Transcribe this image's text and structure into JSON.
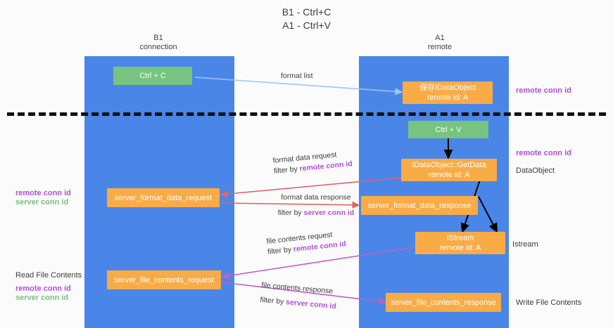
{
  "title": "B1 - Ctrl+C\nA1 - Ctrl+V",
  "lanes": [
    {
      "id": "b1",
      "name": "B1",
      "sub": "connection"
    },
    {
      "id": "a1",
      "name": "A1",
      "sub": "remote"
    }
  ],
  "boxes": {
    "ctrl_c": "Ctrl + C",
    "save_idataobject_line1": "保存IDataObject",
    "save_idataobject_line2": "remote id: A",
    "ctrl_v": "Ctrl + V",
    "getdata_line1": "IDataObject::GetData",
    "getdata_line2": "remote id: A",
    "server_format_data_request": "server_format_data_request",
    "server_format_data_response": "server_format_data_response",
    "istream_line1": "IStream",
    "istream_line2": "remote id: A",
    "server_file_contents_request": "server_file_contents_request",
    "server_file_contents_response": "server_file_contents_response"
  },
  "edges": {
    "format_list": "format list",
    "format_data_request": "format data request",
    "format_data_request_filter_prefix": "filter by ",
    "format_data_request_filter_key": "remote conn id",
    "format_data_response": "format data response",
    "format_data_response_filter_prefix": "filter by ",
    "format_data_response_filter_key": "server conn id",
    "file_contents_request": "file contents request",
    "file_contents_request_filter_prefix": "filter by ",
    "file_contents_request_filter_key": "remote conn id",
    "file_contents_response": "file contents response",
    "file_contents_response_filter_prefix": "filter by ",
    "file_contents_response_filter_key": "server conn id"
  },
  "annotations": {
    "right_remote_conn_id_top": "remote conn id",
    "right_remote_conn_id_mid": "remote conn id",
    "right_dataobject": "DataObject",
    "right_istream": "Istream",
    "right_write_file_contents": "Write File Contents",
    "left_remote_conn_id": "remote conn id",
    "left_server_conn_id": "server conn id",
    "left_read_file_contents": "Read File Contents",
    "left_bottom_remote_conn_id": "remote conn id",
    "left_bottom_server_conn_id": "server conn id"
  },
  "colors": {
    "lane": "#4a86e8",
    "green_box": "#76c47f",
    "orange_box": "#f9ab46",
    "remote_key": "#b14fd8",
    "server_key_green": "#7bbf7f",
    "arrow_blue": "#9fc5f8",
    "arrow_red": "#e06666",
    "arrow_magenta": "#c060c0",
    "arrow_black": "#000000"
  }
}
